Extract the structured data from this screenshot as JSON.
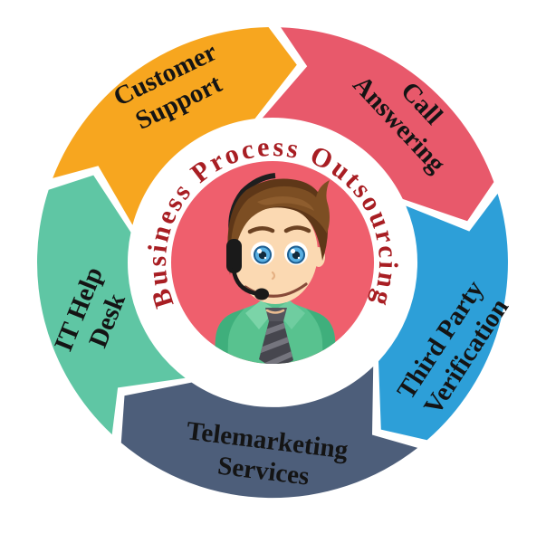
{
  "diagram": {
    "title": "Business Process Outsourcing",
    "title_color": "#A81E23",
    "label_color": "#141414",
    "background_color": "#FFFFFF",
    "center_circle_color": "#EF5F6D",
    "center_illustration": "male-support-agent-with-headset",
    "flow_direction": "clockwise",
    "segments": [
      {
        "name": "customer-support",
        "line1": "Customer",
        "line2": "Support",
        "color": "#F7A61F"
      },
      {
        "name": "call-answering",
        "line1": "Call",
        "line2": "Answering",
        "color": "#E8596B"
      },
      {
        "name": "third-party-verification",
        "line1": "Third Party",
        "line2": "Verification",
        "color": "#2D9FD8"
      },
      {
        "name": "telemarketing-services",
        "line1": "Telemarketing",
        "line2": "Services",
        "color": "#4D5E7A"
      },
      {
        "name": "it-help-desk",
        "line1": "IT Help",
        "line2": "Desk",
        "color": "#5FC6A4"
      }
    ]
  }
}
